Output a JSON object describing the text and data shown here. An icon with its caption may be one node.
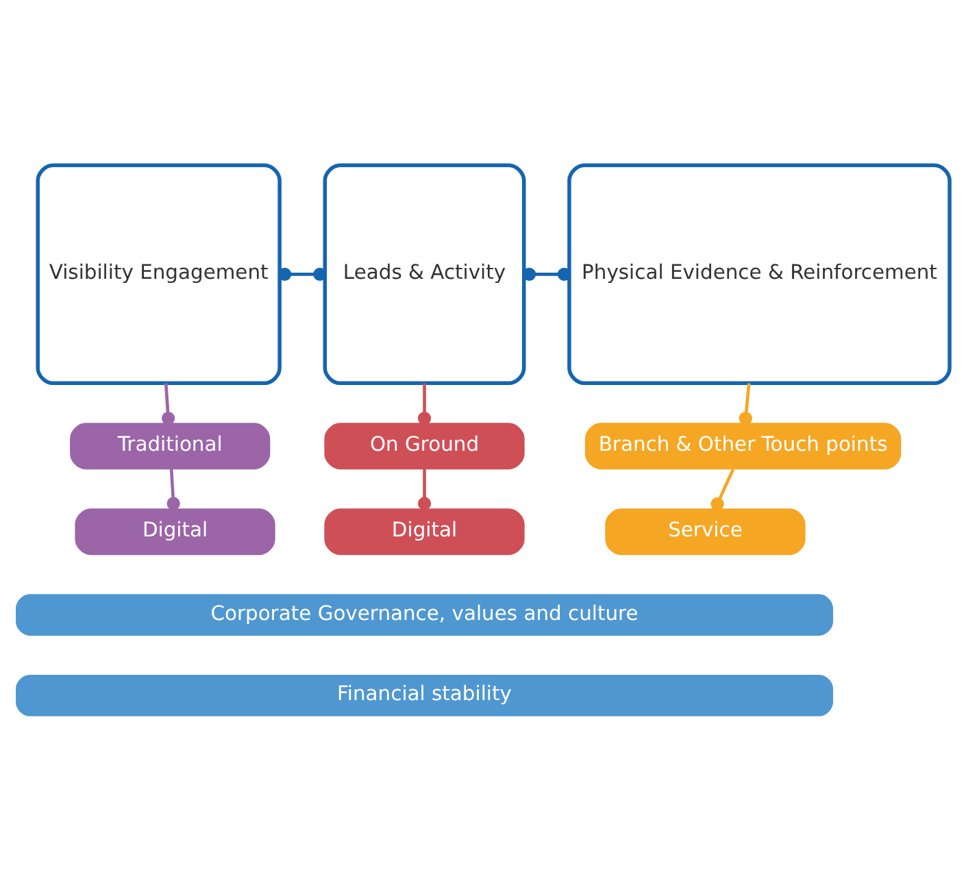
{
  "diagram": {
    "nodes": [
      {
        "text": [
          "Visibility Engagement"
        ]
      },
      {
        "text": [
          "Leads & Activity"
        ]
      },
      {
        "text": [
          "Physical Evidence & Reinforcement"
        ]
      },
      {
        "text": [
          "Traditional"
        ]
      },
      {
        "text": [
          "Digital"
        ]
      },
      {
        "text": [
          "On Ground"
        ]
      },
      {
        "text": [
          "Digital"
        ]
      },
      {
        "text": [
          "Branch & Other Touch points"
        ]
      },
      {
        "text": [
          "Service"
        ]
      },
      {
        "text": [
          "Corporate Governance, values and culture"
        ]
      },
      {
        "text": [
          "Financial stability"
        ]
      }
    ],
    "edges": [
      {
        "from": 0,
        "to": 1,
        "arrow": "other",
        "color": "#1565b0"
      },
      {
        "from": 1,
        "to": 2,
        "arrow": "other",
        "color": "#1565b0"
      },
      {
        "from": 0,
        "to": 3,
        "arrow": "other",
        "color": "#9b65a8"
      },
      {
        "from": 3,
        "to": 4,
        "arrow": "other",
        "color": "#9b65a8"
      },
      {
        "from": 1,
        "to": 5,
        "arrow": "other",
        "color": "#cf4f57"
      },
      {
        "from": 5,
        "to": 6,
        "arrow": "other",
        "color": "#cf4f57"
      },
      {
        "from": 2,
        "to": 7,
        "arrow": "other",
        "color": "#f5a623"
      },
      {
        "from": 7,
        "to": 8,
        "arrow": "other",
        "color": "#f5a623"
      }
    ]
  }
}
